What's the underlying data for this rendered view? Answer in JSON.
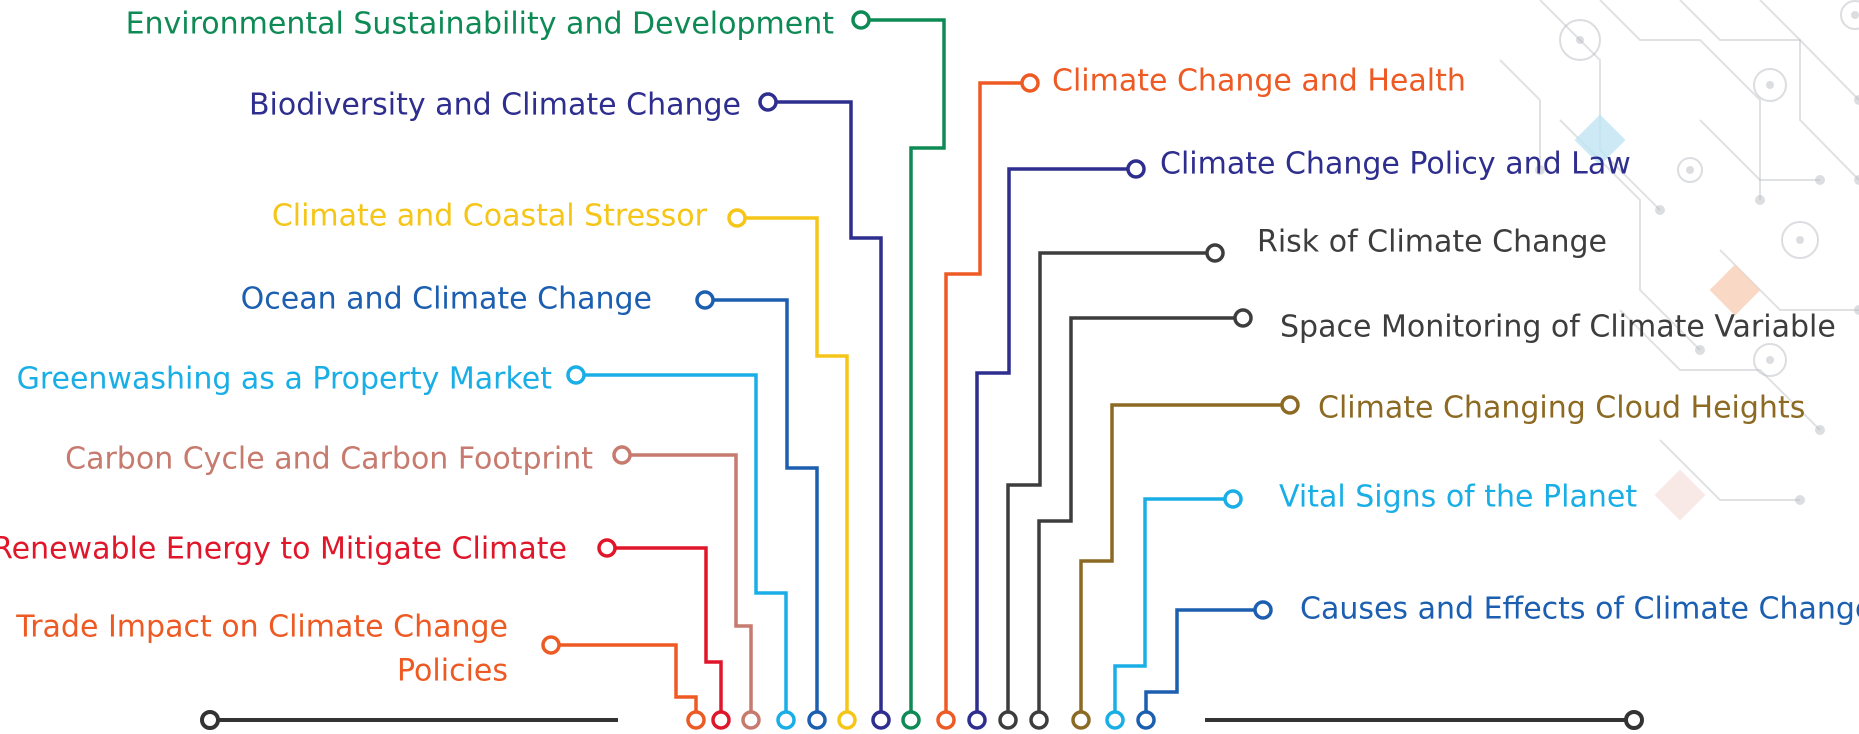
{
  "colors": {
    "background": "#ffffff",
    "deco": "#b8bcc2",
    "baseline": "#333333"
  },
  "topics": [
    {
      "id": "trade",
      "text": [
        "Trade Impact on Climate Change",
        "Policies"
      ],
      "color": "#ee5a24",
      "side": "left"
    },
    {
      "id": "renewable",
      "text": [
        "Renewable Energy to Mitigate Climate"
      ],
      "color": "#e0162b",
      "side": "left"
    },
    {
      "id": "carbon",
      "text": [
        "Carbon Cycle and Carbon Footprint"
      ],
      "color": "#c77a6e",
      "side": "left"
    },
    {
      "id": "greenwashing",
      "text": [
        "Greenwashing as a Property Market"
      ],
      "color": "#1aaee6",
      "side": "left"
    },
    {
      "id": "ocean",
      "text": [
        "Ocean and Climate Change"
      ],
      "color": "#1c5fb0",
      "side": "left"
    },
    {
      "id": "coastal",
      "text": [
        "Climate and Coastal Stressor"
      ],
      "color": "#f5c518",
      "side": "left"
    },
    {
      "id": "biodiversity",
      "text": [
        "Biodiversity and Climate Change"
      ],
      "color": "#2e2e8f",
      "side": "left"
    },
    {
      "id": "sustainability",
      "text": [
        "Environmental Sustainability and Development"
      ],
      "color": "#0e8a55",
      "side": "left"
    },
    {
      "id": "health",
      "text": [
        "Climate Change and Health"
      ],
      "color": "#ee5a24",
      "side": "right"
    },
    {
      "id": "policy",
      "text": [
        "Climate Change Policy and Law"
      ],
      "color": "#2e2e8f",
      "side": "right"
    },
    {
      "id": "risk",
      "text": [
        "Risk of Climate Change"
      ],
      "color": "#3d3d3d",
      "side": "right"
    },
    {
      "id": "space",
      "text": [
        "Space Monitoring of Climate Variable"
      ],
      "color": "#3d3d3d",
      "side": "right"
    },
    {
      "id": "cloud",
      "text": [
        "Climate Changing Cloud Heights"
      ],
      "color": "#8c6a23",
      "side": "right"
    },
    {
      "id": "vital",
      "text": [
        "Vital Signs of the Planet"
      ],
      "color": "#1aaee6",
      "side": "right"
    },
    {
      "id": "causes",
      "text": [
        "Causes and Effects of Climate Change"
      ],
      "color": "#1c5fb0",
      "side": "right"
    }
  ]
}
